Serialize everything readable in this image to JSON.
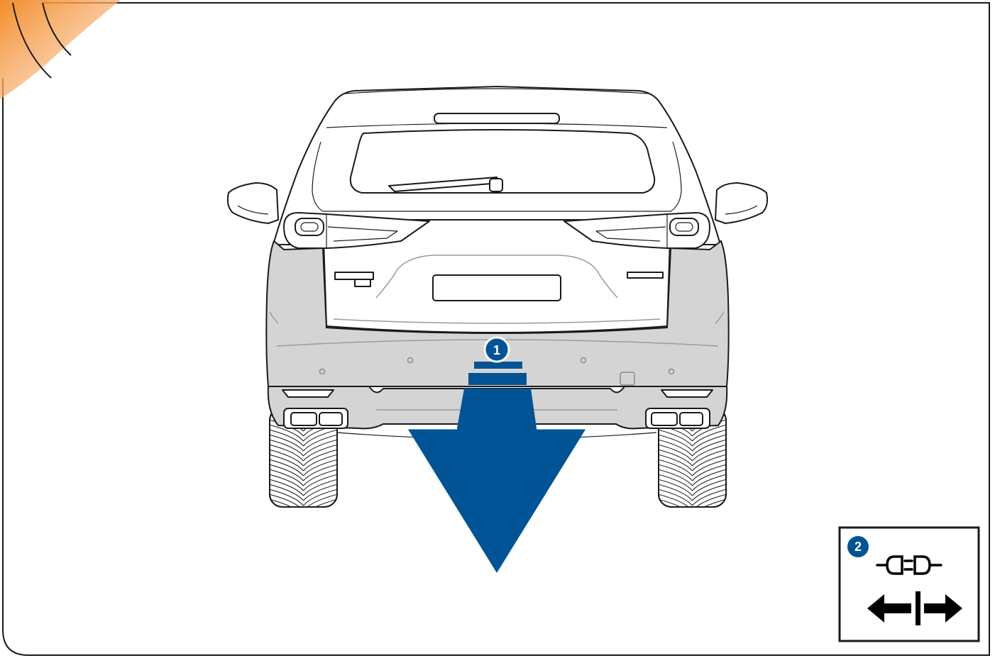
{
  "callouts": [
    {
      "id": "callout-1",
      "number": "1"
    },
    {
      "id": "callout-2",
      "number": "2"
    }
  ],
  "icons": {
    "connector": "plug-socket-disconnect-icon",
    "direction": "left-right-separate-arrows-icon",
    "motion": "down-arrow-icon"
  },
  "colors": {
    "accent": "#005496",
    "corner_tab": "#f28c28",
    "bumper_fill": "#d4d4d4",
    "outline": "#1a1a1a"
  }
}
